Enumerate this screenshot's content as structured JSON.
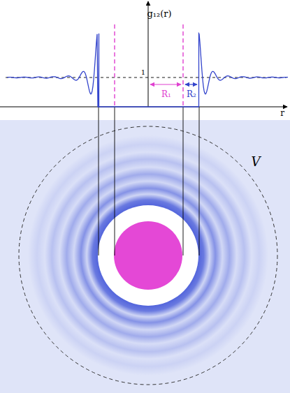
{
  "diagram": {
    "labels": [
      "g₁₂(r)",
      "1",
      "R₁",
      "R₂",
      "r",
      "V"
    ]
  }
}
